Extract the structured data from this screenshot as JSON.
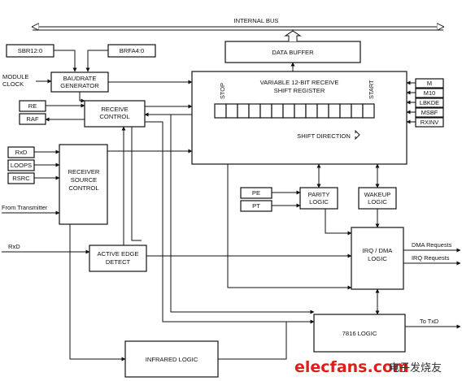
{
  "internal_bus": "INTERNAL BUS",
  "data_buffer": "DATA BUFFER",
  "sbr": "SBR12:0",
  "brfa": "BRFA4:0",
  "module_clock": [
    "MODULE",
    "CLOCK"
  ],
  "baudrate": [
    "BAUDRATE",
    "GENERATOR"
  ],
  "re": "RE",
  "raf": "RAF",
  "receive_control": [
    "RECEIVE",
    "CONTROL"
  ],
  "shift_register": [
    "VARIABLE 12-BIT RECEIVE",
    "SHIFT REGISTER"
  ],
  "stop": "STOP",
  "start": "START",
  "shift_direction": "SHIFT DIRECTION",
  "right_inputs": [
    "M",
    "M10",
    "LBKDE",
    "MSBF",
    "RXINV"
  ],
  "rxd_in": "RxD",
  "loops": "LOOPS",
  "rsrc": "RSRC",
  "receiver_source": [
    "RECEIVER",
    "SOURCE",
    "CONTROL"
  ],
  "from_transmitter": "From Transmitter",
  "rxd_left": "RxD",
  "pe": "PE",
  "pt": "PT",
  "parity": [
    "PARITY",
    "LOGIC"
  ],
  "wakeup": [
    "WAKEUP",
    "LOGIC"
  ],
  "irq_dma": [
    "IRQ / DMA",
    "LOGIC"
  ],
  "dma_requests": "DMA Requests",
  "irq_requests": "IRQ Requests",
  "active_edge": [
    "ACTIVE EDGE",
    "DETECT"
  ],
  "logic_7816": "7816 LOGIC",
  "to_txd": "To TxD",
  "infrared": "INFRARED LOGIC",
  "watermark": {
    "site": "elecfans.com",
    "cn": "电子发烧友"
  }
}
